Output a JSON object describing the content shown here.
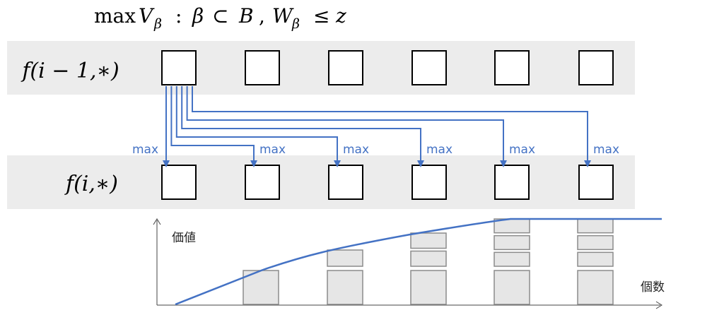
{
  "formula": {
    "max": "max",
    "v": "V",
    "beta": "β",
    "colon": ":",
    "subset": "⊂",
    "b": "B",
    "comma": ",",
    "w": "W",
    "leq": "≤",
    "z": "z"
  },
  "rows": [
    {
      "label": "f(i − 1,∗)",
      "cells": 6
    },
    {
      "label": "f(i,∗)",
      "cells": 6
    }
  ],
  "arrow_label": "max",
  "arrow_count": 6,
  "graph": {
    "ylabel": "価値",
    "xlabel": "個数",
    "stack_counts": [
      1,
      2,
      3,
      4,
      4
    ]
  },
  "colors": {
    "band": "#ececec",
    "arrow": "#4472c4",
    "stack_fill": "#e6e6e6",
    "stack_stroke": "#8c8c8c"
  }
}
